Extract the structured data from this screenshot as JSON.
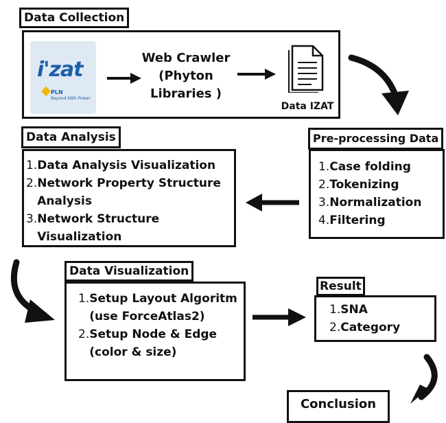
{
  "data_collection": {
    "title": "Data Collection",
    "crawler": [
      "Web Crawler",
      "(Phyton",
      "Libraries )"
    ],
    "doc_label": "Data IZAT",
    "logo": {
      "word": "i'zat",
      "line1": "PLN",
      "line2": "Beyond kWh Power"
    }
  },
  "preprocessing": {
    "title": "Pre-processing Data",
    "items": [
      {
        "num": "1.",
        "text": "Case folding"
      },
      {
        "num": "2.",
        "text": "Tokenizing"
      },
      {
        "num": "3.",
        "text": "Normalization"
      },
      {
        "num": "4.",
        "text": "Filtering"
      }
    ]
  },
  "data_analysis": {
    "title": "Data Analysis",
    "items": [
      {
        "num": "1.",
        "text": "Data Analysis Visualization"
      },
      {
        "num": "2.",
        "text": "Network Property Structure Analysis"
      },
      {
        "num": "3.",
        "text": "Network Structure Visualization"
      }
    ]
  },
  "data_visualization": {
    "title": "Data Visualization",
    "items": [
      {
        "num": "1.",
        "text": "Setup Layout Algoritm (use ForceAtlas2)"
      },
      {
        "num": "2.",
        "text": "Setup Node & Edge (color & size)"
      }
    ]
  },
  "result": {
    "title": "Result",
    "items": [
      {
        "num": "1.",
        "text": "SNA"
      },
      {
        "num": "2.",
        "text": "Category"
      }
    ]
  },
  "conclusion": {
    "title": "Conclusion"
  },
  "colors": {
    "stroke": "#111111",
    "logo_blue": "#1d5fa8",
    "logo_bg": "#dfe9f3",
    "logo_accent": "#f2b705"
  }
}
